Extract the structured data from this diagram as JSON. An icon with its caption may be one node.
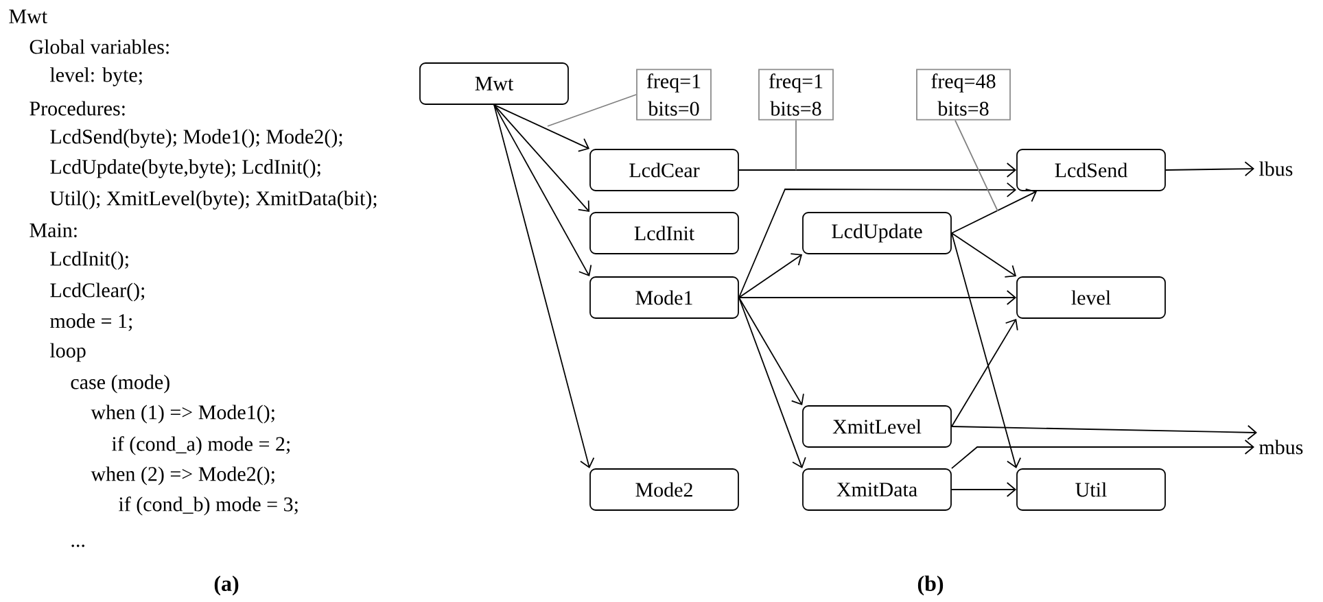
{
  "diagram": {
    "nodes": [
      {
        "text": [
          "Mwt"
        ]
      },
      {
        "text": [
          "LcdCear"
        ]
      },
      {
        "text": [
          "LcdInit"
        ]
      },
      {
        "text": [
          "Mode1"
        ]
      },
      {
        "text": [
          "Mode2"
        ]
      },
      {
        "text": [
          "LcdUpdate"
        ]
      },
      {
        "text": [
          "XmitLevel"
        ]
      },
      {
        "text": [
          "XmitData"
        ]
      },
      {
        "text": [
          "LcdSend"
        ]
      },
      {
        "text": [
          "level"
        ]
      },
      {
        "text": [
          "Util"
        ]
      },
      {
        "text": [
          "lbus"
        ]
      },
      {
        "text": [
          "mbus"
        ]
      },
      {
        "text": [
          "freq=1 bits=0"
        ]
      },
      {
        "text": [
          "freq=1 bits=8"
        ]
      },
      {
        "text": [
          "freq=48 bits=8"
        ]
      }
    ],
    "edges": [
      {
        "from": 0,
        "to": 1,
        "arrow": "to"
      },
      {
        "from": 0,
        "to": 2,
        "arrow": "to"
      },
      {
        "from": 0,
        "to": 3,
        "arrow": "to"
      },
      {
        "from": 0,
        "to": 4,
        "arrow": "to"
      },
      {
        "from": 1,
        "to": 8,
        "arrow": "to"
      },
      {
        "from": 3,
        "to": 8,
        "arrow": "to"
      },
      {
        "from": 3,
        "to": 5,
        "arrow": "to"
      },
      {
        "from": 3,
        "to": 9,
        "arrow": "to"
      },
      {
        "from": 3,
        "to": 6,
        "arrow": "to"
      },
      {
        "from": 3,
        "to": 7,
        "arrow": "to"
      },
      {
        "from": 5,
        "to": 8,
        "arrow": "to"
      },
      {
        "from": 5,
        "to": 9,
        "arrow": "to"
      },
      {
        "from": 5,
        "to": 10,
        "arrow": "to"
      },
      {
        "from": 6,
        "to": 9,
        "arrow": "to"
      },
      {
        "from": 6,
        "to": 12,
        "arrow": "to"
      },
      {
        "from": 7,
        "to": 12,
        "arrow": "to"
      },
      {
        "from": 7,
        "to": 10,
        "arrow": "to"
      },
      {
        "from": 8,
        "to": 11,
        "arrow": "to"
      },
      {
        "from": 13,
        "to": null,
        "arrow": "none",
        "color": "#808080"
      },
      {
        "from": 14,
        "to": null,
        "arrow": "none",
        "color": "#808080"
      },
      {
        "from": 15,
        "to": null,
        "arrow": "none",
        "color": "#808080"
      }
    ],
    "labels": [
      "Mwt",
      "Global variables:",
      "level: byte;",
      "Procedures:",
      "LcdSend(byte); Mode1(); Mode2();",
      "LcdUpdate(byte,byte); LcdInit();",
      "Util(); XmitLevel(byte); XmitData(bit);",
      "Main:",
      "LcdInit();",
      "LcdClear();",
      "mode = 1;",
      "loop",
      "case (mode)",
      "when (1) => Mode1();",
      "if (cond_a) mode = 2;",
      "when (2) => Mode2();",
      "if (cond_b) mode = 3;",
      "...",
      "(a)",
      "(b)"
    ]
  }
}
